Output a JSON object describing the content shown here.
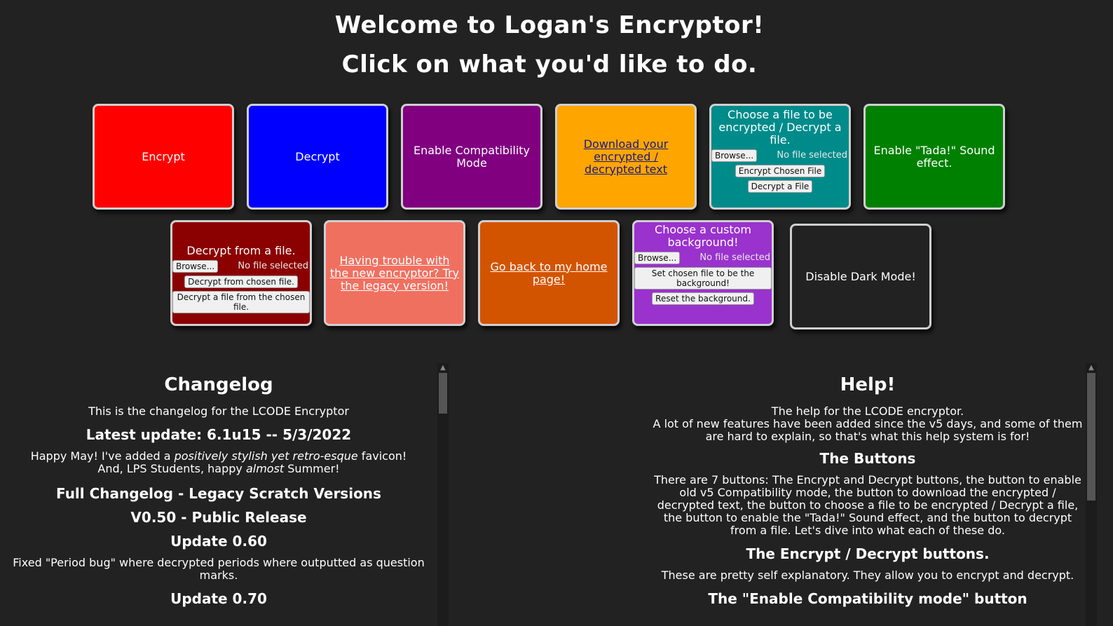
{
  "header": {
    "title": "Welcome to Logan's Encryptor!",
    "subtitle": "Click on what you'd like to do."
  },
  "tiles": {
    "encrypt": {
      "label": "Encrypt",
      "color": "#ff0000"
    },
    "decrypt": {
      "label": "Decrypt",
      "color": "#0000ff"
    },
    "compat": {
      "label": "Enable Compatibility Mode",
      "color": "#800080"
    },
    "download": {
      "label": "Download your encrypted / decrypted text",
      "color": "#ffa500"
    },
    "choose_file": {
      "label": "Choose a file to be encrypted / Decrypt a file.",
      "browse": "Browse...",
      "no_file": "No file selected",
      "encrypt_btn": "Encrypt Chosen File",
      "decrypt_btn": "Decrypt a File",
      "color": "#008b8b"
    },
    "tada": {
      "label": "Enable \"Tada!\" Sound effect.",
      "color": "#008000"
    },
    "decrypt_from_file": {
      "label": "Decrypt from a file.",
      "browse": "Browse...",
      "no_file": "No file selected",
      "btn1": "Decrypt from chosen file.",
      "btn2": "Decrypt a file from the chosen file.",
      "color": "#8b0000"
    },
    "legacy": {
      "label": "Having trouble with the new encryptor? Try the legacy version!",
      "color": "#f08070"
    },
    "home": {
      "label": "Go back to my home page!",
      "color": "#d35400"
    },
    "background": {
      "label": "Choose a custom background!",
      "browse": "Browse...",
      "no_file": "No file selected",
      "set_btn": "Set chosen file to be the background!",
      "reset_btn": "Reset the background.",
      "color": "#9a32cd"
    },
    "darkmode": {
      "label": "Disable Dark Mode!",
      "color": "#222222"
    }
  },
  "changelog": {
    "heading": "Changelog",
    "intro": "This is the changelog for the LCODE Encryptor",
    "latest": "Latest update: 6.1u15 -- 5/3/2022",
    "note_part1": "Happy May! I've added a ",
    "note_em": "positively stylish yet retro-esque",
    "note_part2": " favicon!",
    "note2_part1": "And, LPS Students, happy ",
    "note2_em": "almost",
    "note2_part2": " Summer!",
    "full_heading": "Full Changelog - Legacy Scratch Versions",
    "v050": "V0.50 - Public Release",
    "u060": "Update 0.60",
    "fix": "Fixed \"Period bug\" where decrypted periods where outputted as question marks.",
    "u070": "Update 0.70"
  },
  "help": {
    "heading": "Help!",
    "intro1": "The help for the LCODE encryptor.",
    "intro2": "A lot of new features have been added since the v5 days, and some of them are hard to explain, so that's what this help system is for!",
    "buttons_heading": "The Buttons",
    "buttons_text": "There are 7 buttons: The Encrypt and Decrypt buttons, the button to enable old v5 Compatibility mode, the button to download the encrypted / decrypted text, the button to choose a file to be encrypted / Decrypt a file, the button to enable the \"Tada!\" Sound effect, and the button to decrypt from a file. Let's dive into what each of these do.",
    "encdec_heading": "The Encrypt / Decrypt buttons.",
    "encdec_text": "These are pretty self explanatory. They allow you to encrypt and decrypt.",
    "compat_heading": "The \"Enable Compatibility mode\" button"
  }
}
